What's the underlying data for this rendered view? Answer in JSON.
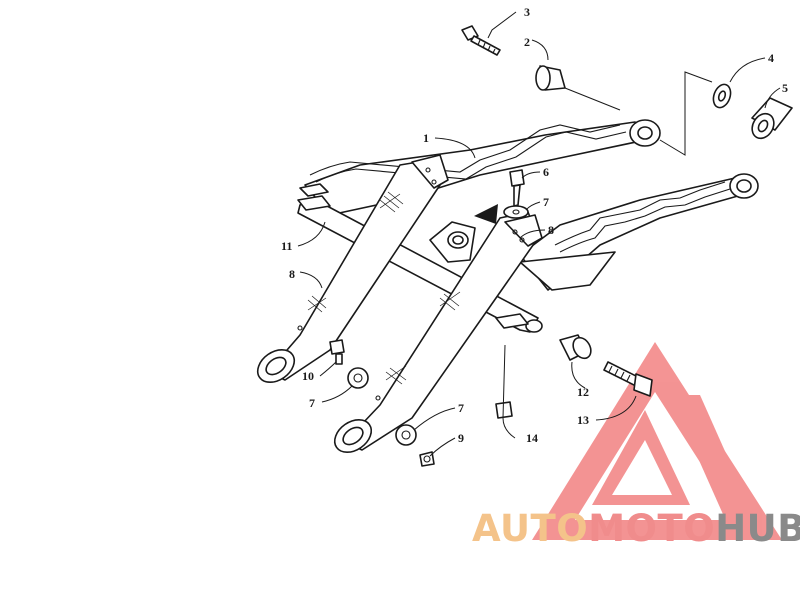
{
  "callouts": {
    "c1": "1",
    "c2": "2",
    "c3": "3",
    "c4": "4",
    "c5": "5",
    "c6": "6",
    "c7a": "7",
    "c7b": "7",
    "c7c": "7",
    "c8a": "8",
    "c8b": "8",
    "c9": "9",
    "c10": "10",
    "c11": "11",
    "c12": "12",
    "c13": "13",
    "c14": "14"
  },
  "watermark": {
    "part1": "AUTO",
    "part2": "MOTO",
    "part3": "HUB",
    "color1": "#f4c38a",
    "color2": "#f08c8c",
    "color3": "#8a8a8a",
    "logo_color": "#f07070"
  }
}
